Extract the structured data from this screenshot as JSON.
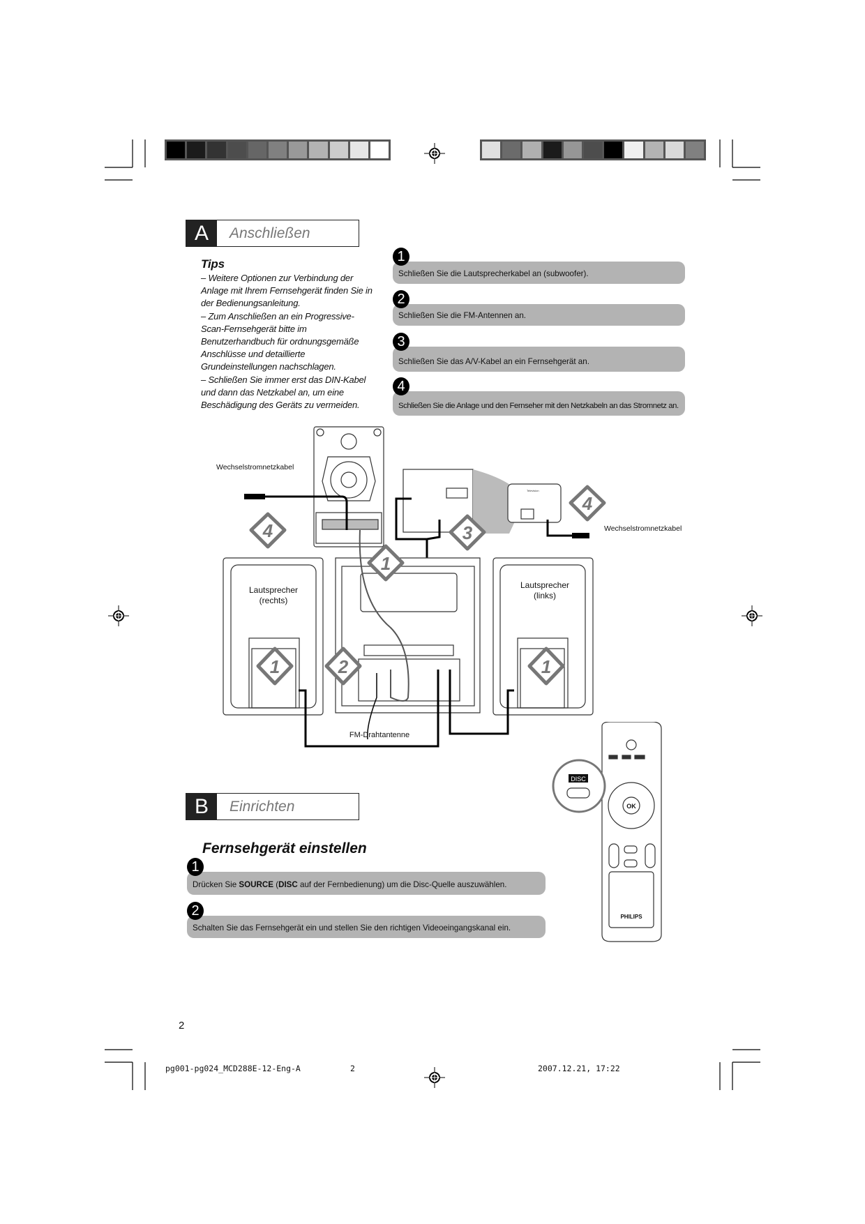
{
  "color_bars": {
    "left": [
      "#000000",
      "#1b1b1b",
      "#333333",
      "#4d4d4d",
      "#666666",
      "#808080",
      "#999999",
      "#b3b3b3",
      "#cccccc",
      "#e6e6e6",
      "#ffffff"
    ],
    "right": [
      "#e0e0e0",
      "#6b6b6b",
      "#b0b0b0",
      "#1b1b1b",
      "#969696",
      "#4d4d4d",
      "#000000",
      "#f0f0f0",
      "#b3b3b3",
      "#d9d9d9",
      "#808080"
    ]
  },
  "section_a": {
    "letter": "A",
    "title": "Anschließen",
    "tips_title": "Tips",
    "tips": [
      "–  Weitere Optionen zur Verbindung der Anlage mit Ihrem Fernsehgerät finden Sie in der Bedienungsanleitung.",
      "–  Zum Anschließen an ein Progressive-Scan-Fernsehgerät bitte im Benutzerhandbuch für ordnungsgemäße Anschlüsse und detaillierte Grundeinstellungen nachschlagen.",
      "–  Schließen Sie immer erst das DIN-Kabel und dann das Netzkabel an, um eine Beschädigung des Geräts zu vermeiden."
    ],
    "steps": [
      {
        "num": "1",
        "text": "Schließen Sie die Lautsprecherkabel an (subwoofer)."
      },
      {
        "num": "2",
        "text": "Schließen Sie die FM-Antennen an."
      },
      {
        "num": "3",
        "text": "Schließen Sie das A/V-Kabel an ein Fernsehgerät an."
      },
      {
        "num": "4",
        "text": "Schließen Sie die Anlage und den Fernseher mit den Netzkabeln an das Stromnetz an."
      }
    ]
  },
  "diagram": {
    "power_cable_left": "Wechselstromnetzkabel",
    "power_cable_right": "Wechselstromnetzkabel",
    "speaker_right": [
      "Lautsprecher",
      "(rechts)"
    ],
    "speaker_left": [
      "Lautsprecher",
      "(links)"
    ],
    "fm_antenna": "FM-Drahtantenne",
    "markers": [
      "4",
      "1",
      "3",
      "4",
      "1",
      "2",
      "1"
    ],
    "tv_brand": "Television"
  },
  "remote": {
    "disc_label": "DISC",
    "ok_label": "OK",
    "brand": "PHILIPS"
  },
  "section_b": {
    "letter": "B",
    "title": "Einrichten",
    "heading": "Fernsehgerät einstellen",
    "steps": [
      {
        "num": "1",
        "pre": "Drücken Sie ",
        "b1": "SOURCE",
        "mid": " (",
        "b2": "DISC",
        "post": " auf der Fernbedienung) um die Disc-Quelle auszuwählen."
      },
      {
        "num": "2",
        "text": "Schalten Sie das Fernsehgerät ein und stellen Sie den richtigen Videoeingangskanal ein."
      }
    ]
  },
  "page_number": "2",
  "footer": {
    "file": "pg001-pg024_MCD288E-12-Eng-A",
    "page": "2",
    "datetime": "2007.12.21, 17:22"
  }
}
